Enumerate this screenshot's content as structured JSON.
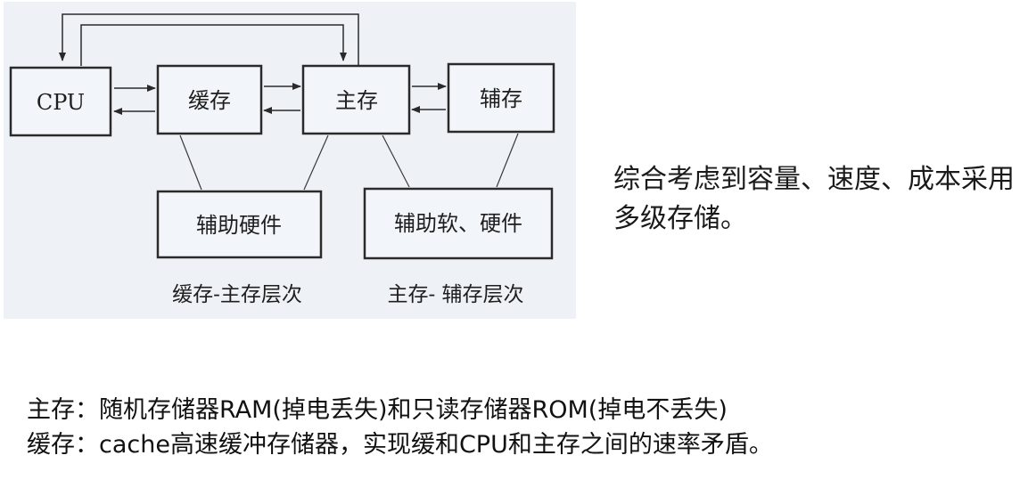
{
  "diagram": {
    "nodes": {
      "cpu": "CPU",
      "cache": "缓存",
      "main": "主存",
      "aux": "辅存",
      "hw": "辅助硬件",
      "swhw": "辅助软、硬件"
    },
    "captions": {
      "left": "缓存-主存层次",
      "right": "主存- 辅存层次"
    }
  },
  "side_note": "综合考虑到容量、速度、成本采用多级存储。",
  "notes": {
    "line1": "主存：随机存储器RAM(掉电丢失)和只读存储器ROM(掉电不丢失)",
    "line2": "缓存：cache高速缓冲存储器，实现缓和CPU和主存之间的速率矛盾。"
  }
}
